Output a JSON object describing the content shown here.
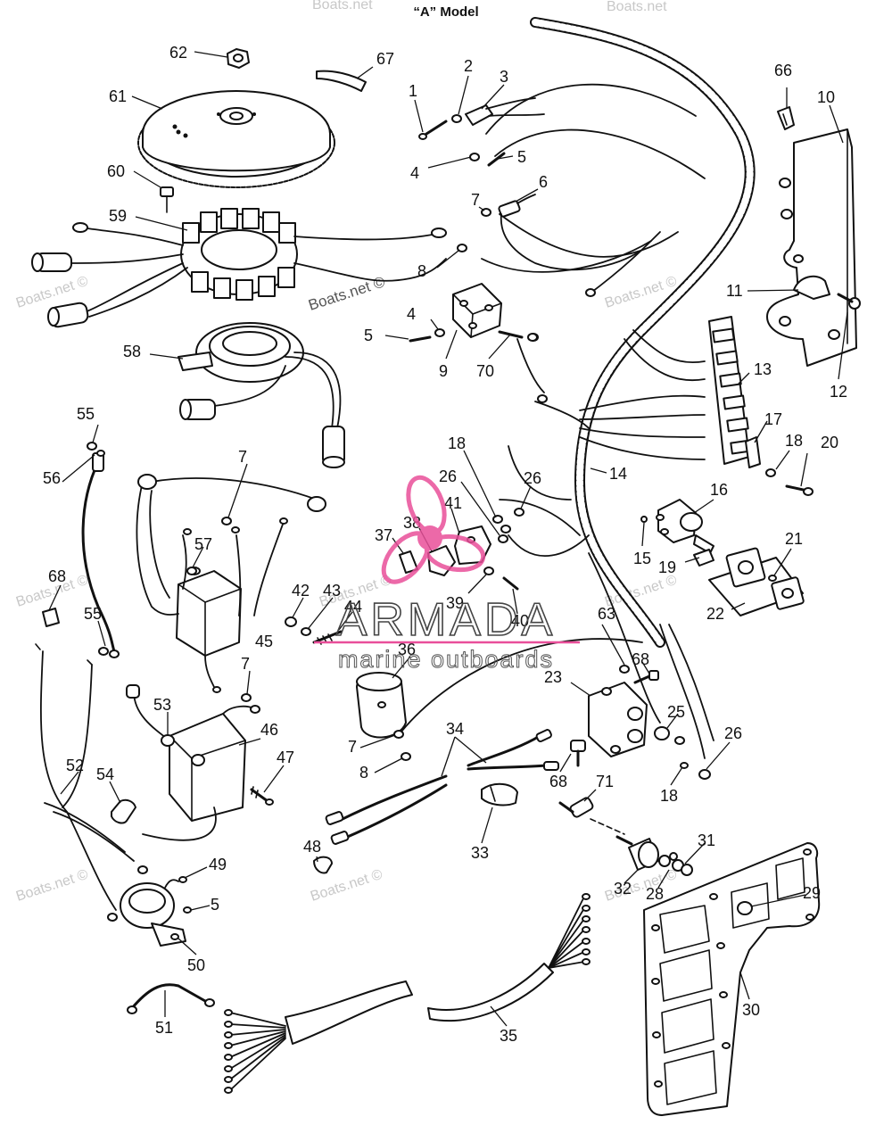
{
  "title": "“A” Model",
  "watermarks": {
    "boats": "Boats.net ©",
    "boats_short": "Boats.net"
  },
  "brand": {
    "name": "ARMADA",
    "tagline": "marine outboards",
    "accent_color": "#e94f9a",
    "stroke_color": "#444444"
  },
  "labels": {
    "p1": "1",
    "p2": "2",
    "p3": "3",
    "p4a": "4",
    "p4b": "4",
    "p5a": "5",
    "p5b": "5",
    "p5c": "5",
    "p6": "6",
    "p7a": "7",
    "p7b": "7",
    "p7c": "7",
    "p7d": "7",
    "p8a": "8",
    "p8b": "8",
    "p9": "9",
    "p10": "10",
    "p11": "11",
    "p12": "12",
    "p13": "13",
    "p14": "14",
    "p15": "15",
    "p16": "16",
    "p17": "17",
    "p18a": "18",
    "p18b": "18",
    "p18c": "18",
    "p19": "19",
    "p20": "20",
    "p21": "21",
    "p22": "22",
    "p23": "23",
    "p25": "25",
    "p26a": "26",
    "p26b": "26",
    "p26c": "26",
    "p28": "28",
    "p29": "29",
    "p30": "30",
    "p31": "31",
    "p32": "32",
    "p33": "33",
    "p34": "34",
    "p35": "35",
    "p36": "36",
    "p37": "37",
    "p38": "38",
    "p39": "39",
    "p40": "40",
    "p41": "41",
    "p42": "42",
    "p43": "43",
    "p44": "44",
    "p45": "45",
    "p46": "46",
    "p47": "47",
    "p48": "48",
    "p49": "49",
    "p50": "50",
    "p51": "51",
    "p52": "52",
    "p53": "53",
    "p54": "54",
    "p55a": "55",
    "p55b": "55",
    "p56": "56",
    "p57": "57",
    "p58": "58",
    "p59": "59",
    "p60": "60",
    "p61": "61",
    "p62": "62",
    "p63": "63",
    "p66": "66",
    "p67": "67",
    "p68a": "68",
    "p68b": "68",
    "p68c": "68",
    "p70": "70",
    "p71": "71"
  }
}
